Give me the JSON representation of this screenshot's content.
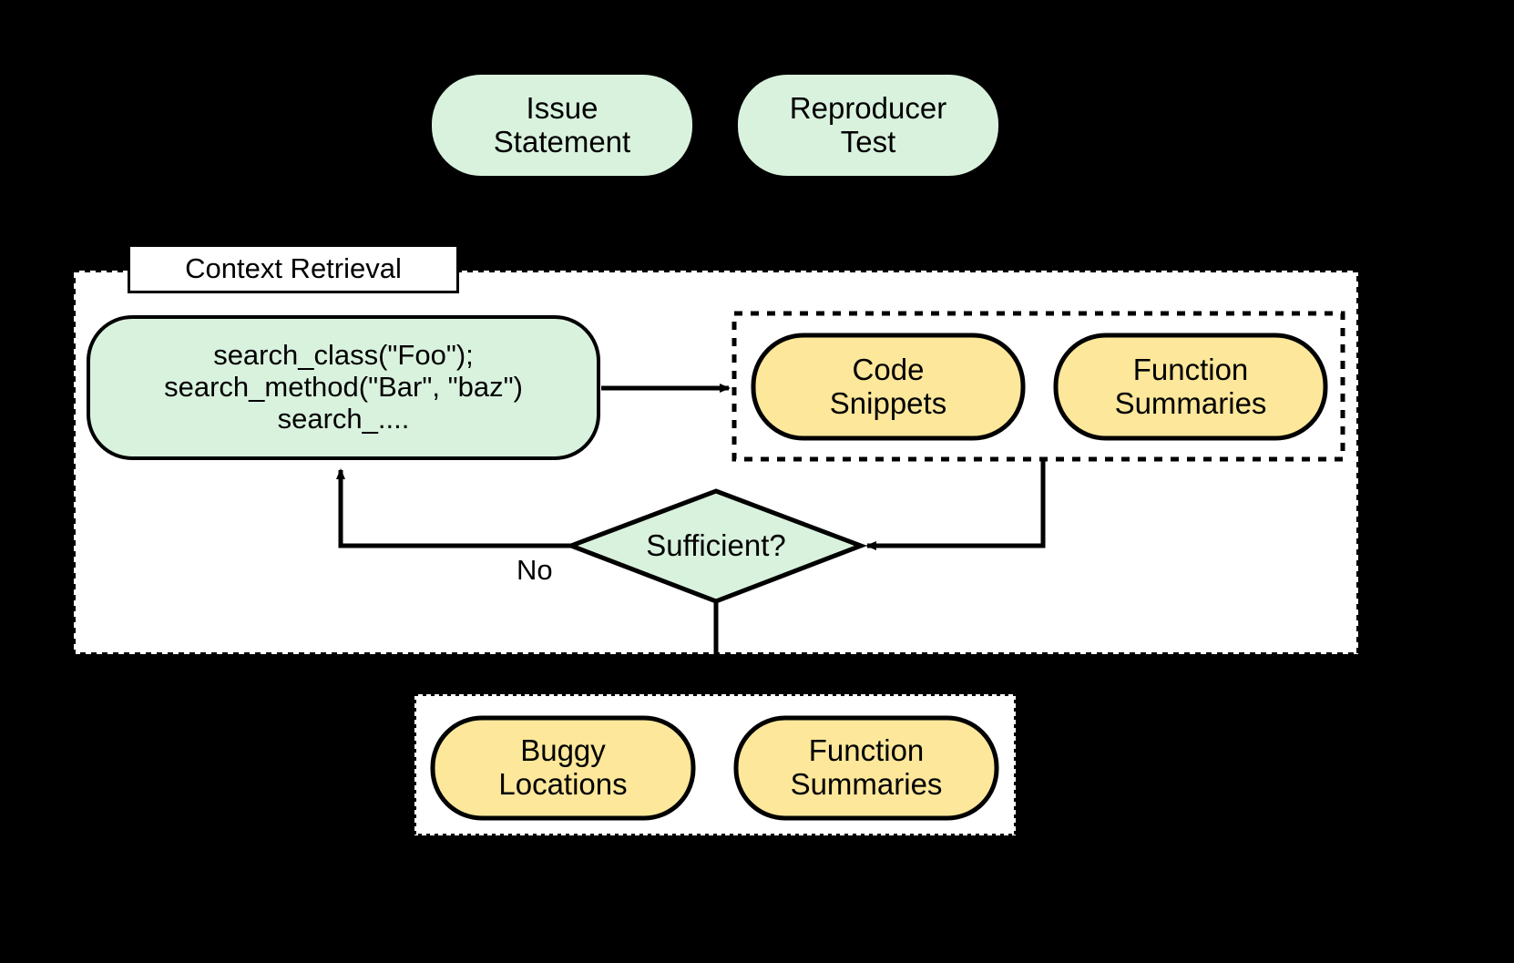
{
  "figure": {
    "background_color": "#000000",
    "panel_color": "#ffffff",
    "green_fill": "#d9f2de",
    "yellow_fill": "#fce79a",
    "stroke_color": "#000000"
  },
  "inputs": {
    "nodes": [
      {
        "id": "issue-statement",
        "label": "Issue\nStatement",
        "shape": "rounded",
        "fill": "green"
      },
      {
        "id": "reproducer-test",
        "label": "Reproducer\nTest",
        "shape": "rounded",
        "fill": "green"
      }
    ]
  },
  "context_retrieval": {
    "title": "Context Retrieval",
    "search_node": {
      "id": "search-actions",
      "label": "search_class(\"Foo\");\nsearch_method(\"Bar\", \"baz\")\nsearch_....",
      "shape": "rounded",
      "fill": "green"
    },
    "retrieved_group": {
      "border": "dashed",
      "nodes": [
        {
          "id": "code-snippets",
          "label": "Code\nSnippets",
          "shape": "rounded",
          "fill": "yellow"
        },
        {
          "id": "function-summaries",
          "label": "Function\nSummaries",
          "shape": "rounded",
          "fill": "yellow"
        }
      ]
    },
    "decision": {
      "id": "sufficient-decision",
      "label": "Sufficient?",
      "shape": "diamond",
      "fill": "green"
    },
    "edges": [
      {
        "from": "search-actions",
        "to": "retrieved-group",
        "label": ""
      },
      {
        "from": "retrieved-group",
        "to": "sufficient-decision",
        "label": ""
      },
      {
        "from": "sufficient-decision",
        "to": "search-actions",
        "label": "No"
      },
      {
        "from": "sufficient-decision",
        "to": "outputs",
        "label": ""
      }
    ]
  },
  "outputs": {
    "border": "dotted",
    "nodes": [
      {
        "id": "buggy-locations",
        "label": "Buggy\nLocations",
        "shape": "rounded",
        "fill": "yellow"
      },
      {
        "id": "output-function-summaries",
        "label": "Function\nSummaries",
        "shape": "rounded",
        "fill": "yellow"
      }
    ]
  }
}
